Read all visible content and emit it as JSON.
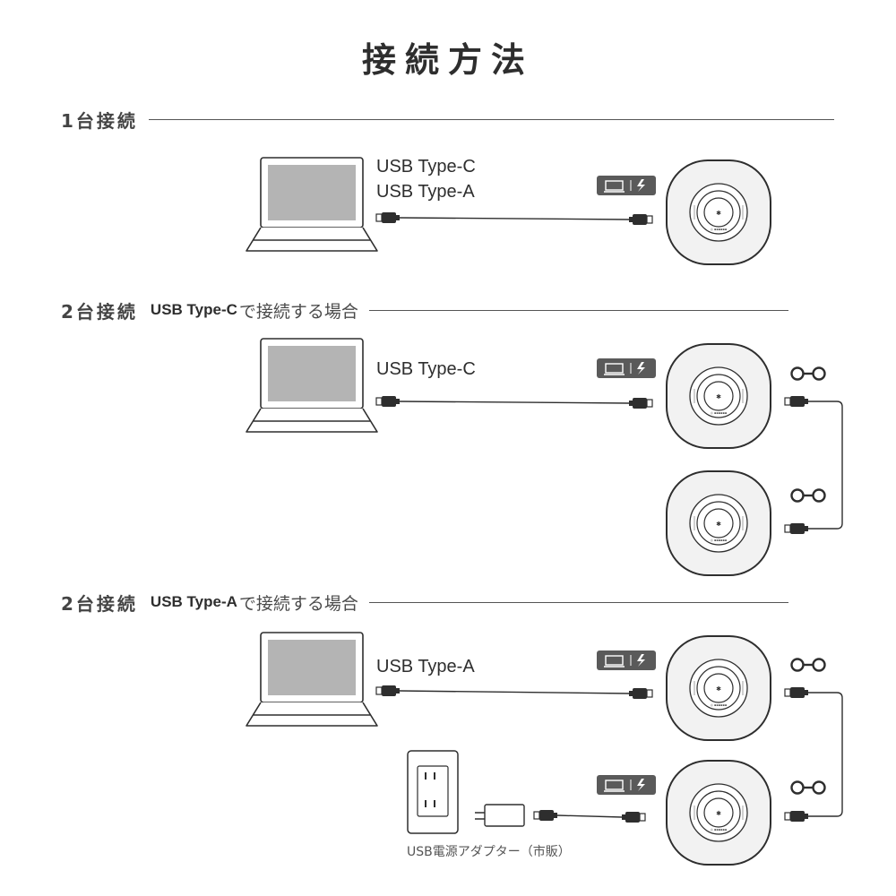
{
  "title": "接続方法",
  "sections": [
    {
      "heading": "1台接続",
      "sub": "",
      "rest": "",
      "labels": [
        "USB Type-C",
        "USB Type-A"
      ]
    },
    {
      "heading": "2台接続",
      "sub": "USB Type-C",
      "rest": "で接続する場合",
      "labels": [
        "USB Type-C"
      ]
    },
    {
      "heading": "2台接続",
      "sub": "USB Type-A",
      "rest": "で接続する場合",
      "labels": [
        "USB Type-A"
      ]
    }
  ],
  "adapter_label": "USB電源アダプター（市販）",
  "icons": [
    "laptop-icon",
    "speakerphone-icon",
    "pc-charge-badge-icon",
    "chain-link-icon",
    "usb-plug-icon",
    "wall-outlet-icon",
    "power-adapter-icon"
  ],
  "colors": {
    "ink": "#2e2e2e",
    "screen": "#b4b4b4",
    "badge": "#5a5a5a",
    "device_face": "#f2f2f2"
  }
}
